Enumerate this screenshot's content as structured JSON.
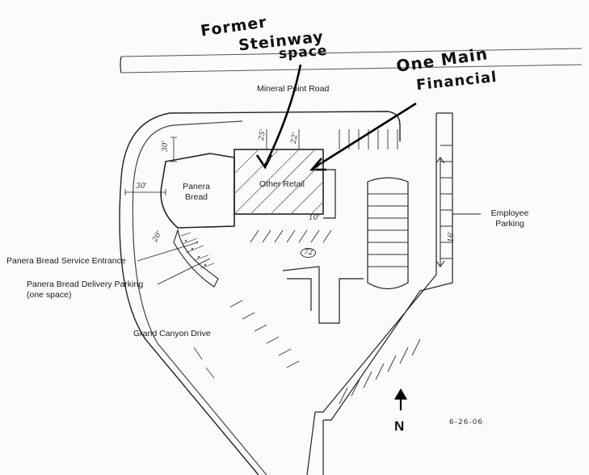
{
  "streets": {
    "mineral_point": "Mineral Point Road",
    "grand_canyon": "Grand Canyon Drive"
  },
  "buildings": {
    "panera": "Panera Bread",
    "other_retail": "Other Retail"
  },
  "labels": {
    "employee_parking": "Employee Parking",
    "service_entrance": "Panera Bread Service Entrance",
    "delivery_parking": "Panera Bread Delivery Parking",
    "delivery_parking_note": "(one space)"
  },
  "annotations": {
    "former_steinway_line1": "Former",
    "former_steinway_line2": "Steinway",
    "former_steinway_line3": "space",
    "one_main_line1": "One Main",
    "one_main_line2": "Financial"
  },
  "dimensions": {
    "d30_top": "30'",
    "d30_left": "30'",
    "d20": "20'",
    "d25": "25'",
    "d22": "22'",
    "d10": "10'",
    "d16": "16'",
    "d72": "72"
  },
  "north_label": "N",
  "date_stamp": "6-26-06",
  "colors": {
    "ink": "#1a1a1a",
    "paper": "#fbfbfa"
  }
}
